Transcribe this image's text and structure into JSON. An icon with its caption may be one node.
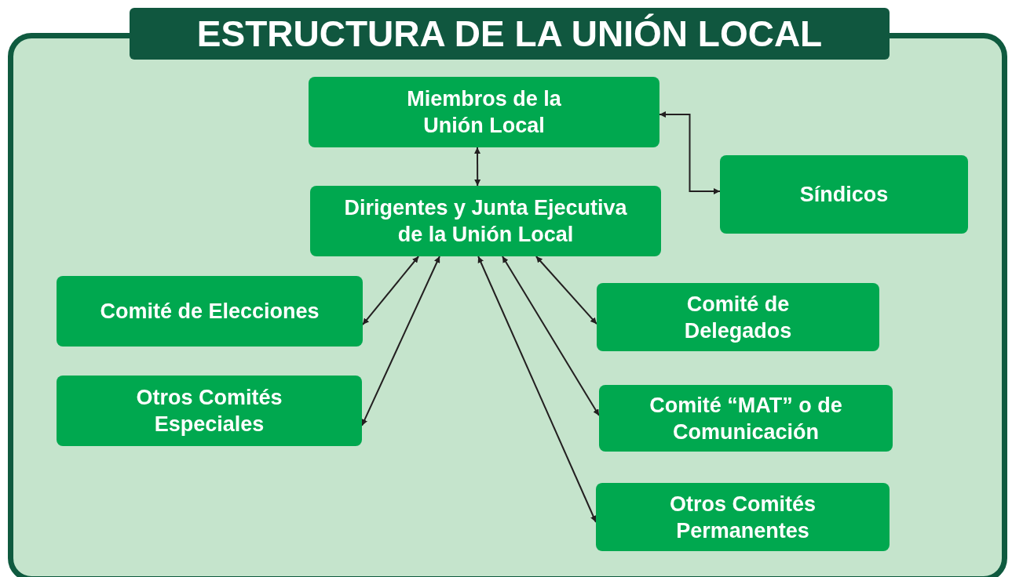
{
  "diagram": {
    "title": "ESTRUCTURA DE LA UNIÓN LOCAL",
    "nodes": [
      {
        "text": [
          "Miembros de la Unión Local"
        ]
      },
      {
        "text": [
          "Dirigentes y Junta Ejecutiva de la Unión Local"
        ]
      },
      {
        "text": [
          "Síndicos"
        ]
      },
      {
        "text": [
          "Comité de Elecciones"
        ]
      },
      {
        "text": [
          "Otros Comités Especiales"
        ]
      },
      {
        "text": [
          "Comité de Delegados"
        ]
      },
      {
        "text": [
          "Comité “MAT” o de Comunicación"
        ]
      },
      {
        "text": [
          "Otros Comités Permanentes"
        ]
      }
    ],
    "edges": [
      {
        "from": 0,
        "to": 1,
        "arrow": "both"
      },
      {
        "from": 0,
        "to": 2,
        "arrow": "both"
      },
      {
        "from": 1,
        "to": 3,
        "arrow": "both"
      },
      {
        "from": 1,
        "to": 4,
        "arrow": "both"
      },
      {
        "from": 1,
        "to": 7,
        "arrow": "both"
      },
      {
        "from": 1,
        "to": 6,
        "arrow": "both"
      },
      {
        "from": 1,
        "to": 5,
        "arrow": "both"
      }
    ]
  }
}
